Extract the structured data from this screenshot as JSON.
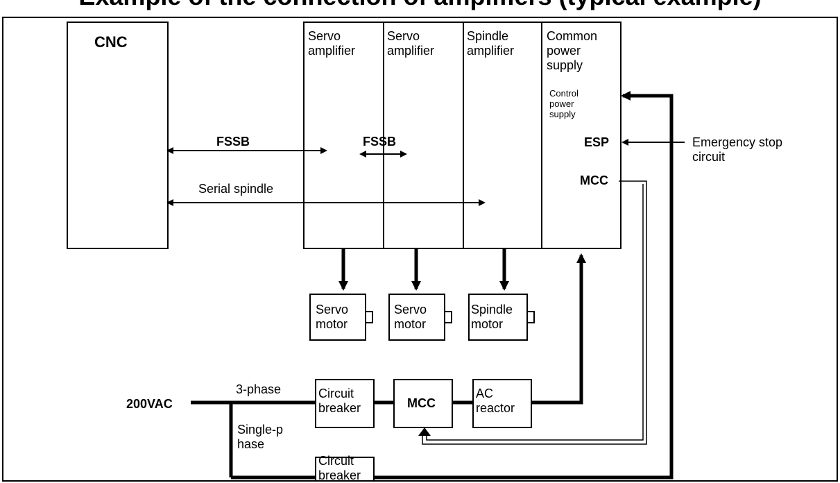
{
  "title": "Example of the connection of amplifiers (typical example)",
  "cnc": {
    "label": "CNC"
  },
  "units": [
    {
      "label": "Servo\namplifier"
    },
    {
      "label": "Servo\namplifier"
    },
    {
      "label": "Spindle\namplifier"
    },
    {
      "label": "Common\npower\nsupply"
    }
  ],
  "control_power_supply": "Control\npower\nsupply",
  "esp": "ESP",
  "mcc_terminal": "MCC",
  "fssb_main": "FSSB",
  "fssb_inter": "FSSB",
  "serial_spindle": "Serial spindle",
  "emergency_stop": "Emergency stop\ncircuit",
  "motors": [
    {
      "label": "Servo\nmotor"
    },
    {
      "label": "Servo\nmotor"
    },
    {
      "label": "Spindle\nmotor"
    }
  ],
  "power": {
    "source": "200VAC",
    "three_phase": "3-phase",
    "single_phase": "Single-p\nhase",
    "breaker_1": "Circuit\nbreaker",
    "breaker_2": "Circuit\nbreaker",
    "mcc": "MCC",
    "ac_reactor": "AC\nreactor"
  }
}
